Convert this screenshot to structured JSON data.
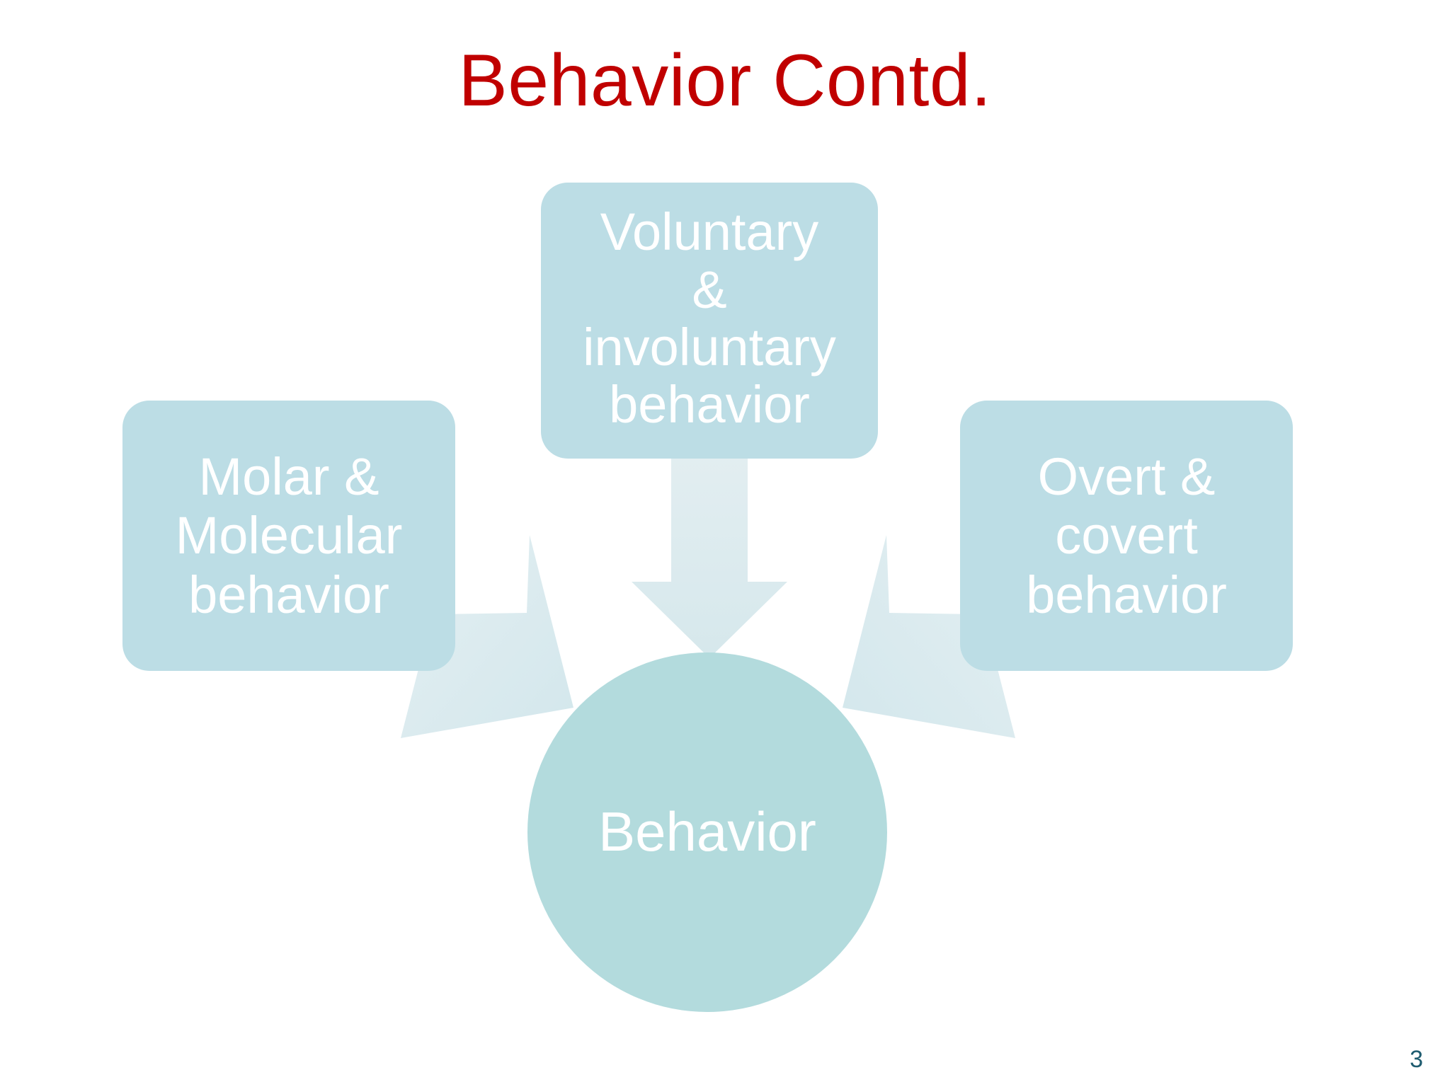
{
  "slide": {
    "title": "Behavior Contd.",
    "page_number": "3",
    "background_color": "#ffffff",
    "title_color": "#C00000",
    "page_number_color": "#1F5C70"
  },
  "theme": {
    "box_fill": "#bcdde5",
    "circle_fill": "#b3dbdd",
    "arrow_fill": "#dceaee",
    "node_text_color": "#ffffff"
  },
  "diagram": {
    "type": "converging-arrows",
    "center": {
      "name": "behavior",
      "label": "Behavior",
      "shape": "circle"
    },
    "sources": [
      {
        "name": "molar-molecular",
        "label": "Molar  &\nMolecular\nbehavior",
        "shape": "rounded-rectangle",
        "position": "left",
        "arrow": "diagonal-down-right"
      },
      {
        "name": "voluntary-involuntary",
        "label": "Voluntary\n&\ninvoluntary\nbehavior",
        "shape": "rounded-rectangle",
        "position": "top",
        "arrow": "straight-down"
      },
      {
        "name": "overt-covert",
        "label": "Overt &\ncovert\nbehavior",
        "shape": "rounded-rectangle",
        "position": "right",
        "arrow": "diagonal-down-left"
      }
    ]
  }
}
